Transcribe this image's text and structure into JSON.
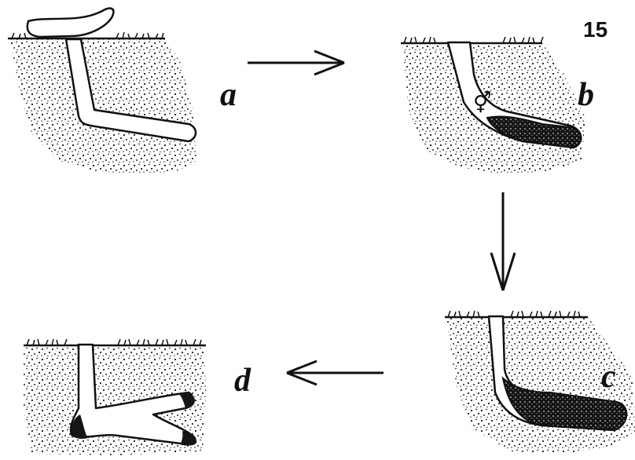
{
  "figure": {
    "plate_number": "15",
    "stages": [
      {
        "id": "a",
        "label": "a"
      },
      {
        "id": "b",
        "label": "b",
        "marker_symbol": "⚥"
      },
      {
        "id": "c",
        "label": "c"
      },
      {
        "id": "d",
        "label": "d"
      }
    ],
    "arrows": [
      {
        "from": "a",
        "to": "b",
        "direction": "right"
      },
      {
        "from": "b",
        "to": "c",
        "direction": "down"
      },
      {
        "from": "c",
        "to": "d",
        "direction": "left"
      }
    ],
    "colors": {
      "ink": "#111111",
      "soil_dots": "#222222",
      "burrow": "#ffffff",
      "filled_chamber": "#151515"
    }
  }
}
